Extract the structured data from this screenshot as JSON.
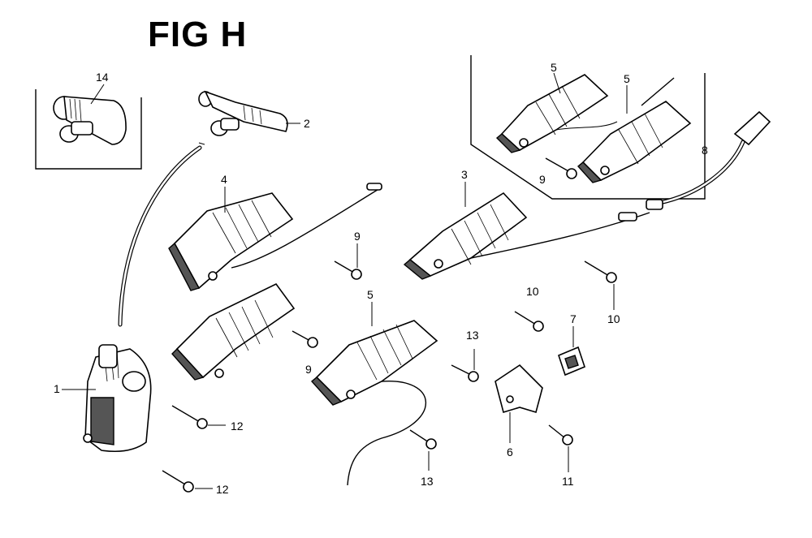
{
  "figure": {
    "title": "FIG H",
    "callouts": [
      {
        "id": "c14",
        "label": "14"
      },
      {
        "id": "c2",
        "label": "2"
      },
      {
        "id": "c4",
        "label": "4"
      },
      {
        "id": "c3",
        "label": "3"
      },
      {
        "id": "c5a",
        "label": "5"
      },
      {
        "id": "c5b",
        "label": "5"
      },
      {
        "id": "c5c",
        "label": "5"
      },
      {
        "id": "c8",
        "label": "8"
      },
      {
        "id": "c9a",
        "label": "9"
      },
      {
        "id": "c9b",
        "label": "9"
      },
      {
        "id": "c9c",
        "label": "9"
      },
      {
        "id": "c10a",
        "label": "10"
      },
      {
        "id": "c10b",
        "label": "10"
      },
      {
        "id": "c7",
        "label": "7"
      },
      {
        "id": "c13a",
        "label": "13"
      },
      {
        "id": "c13b",
        "label": "13"
      },
      {
        "id": "c1",
        "label": "1"
      },
      {
        "id": "c12a",
        "label": "12"
      },
      {
        "id": "c12b",
        "label": "12"
      },
      {
        "id": "c6",
        "label": "6"
      },
      {
        "id": "c11",
        "label": "11"
      }
    ]
  }
}
